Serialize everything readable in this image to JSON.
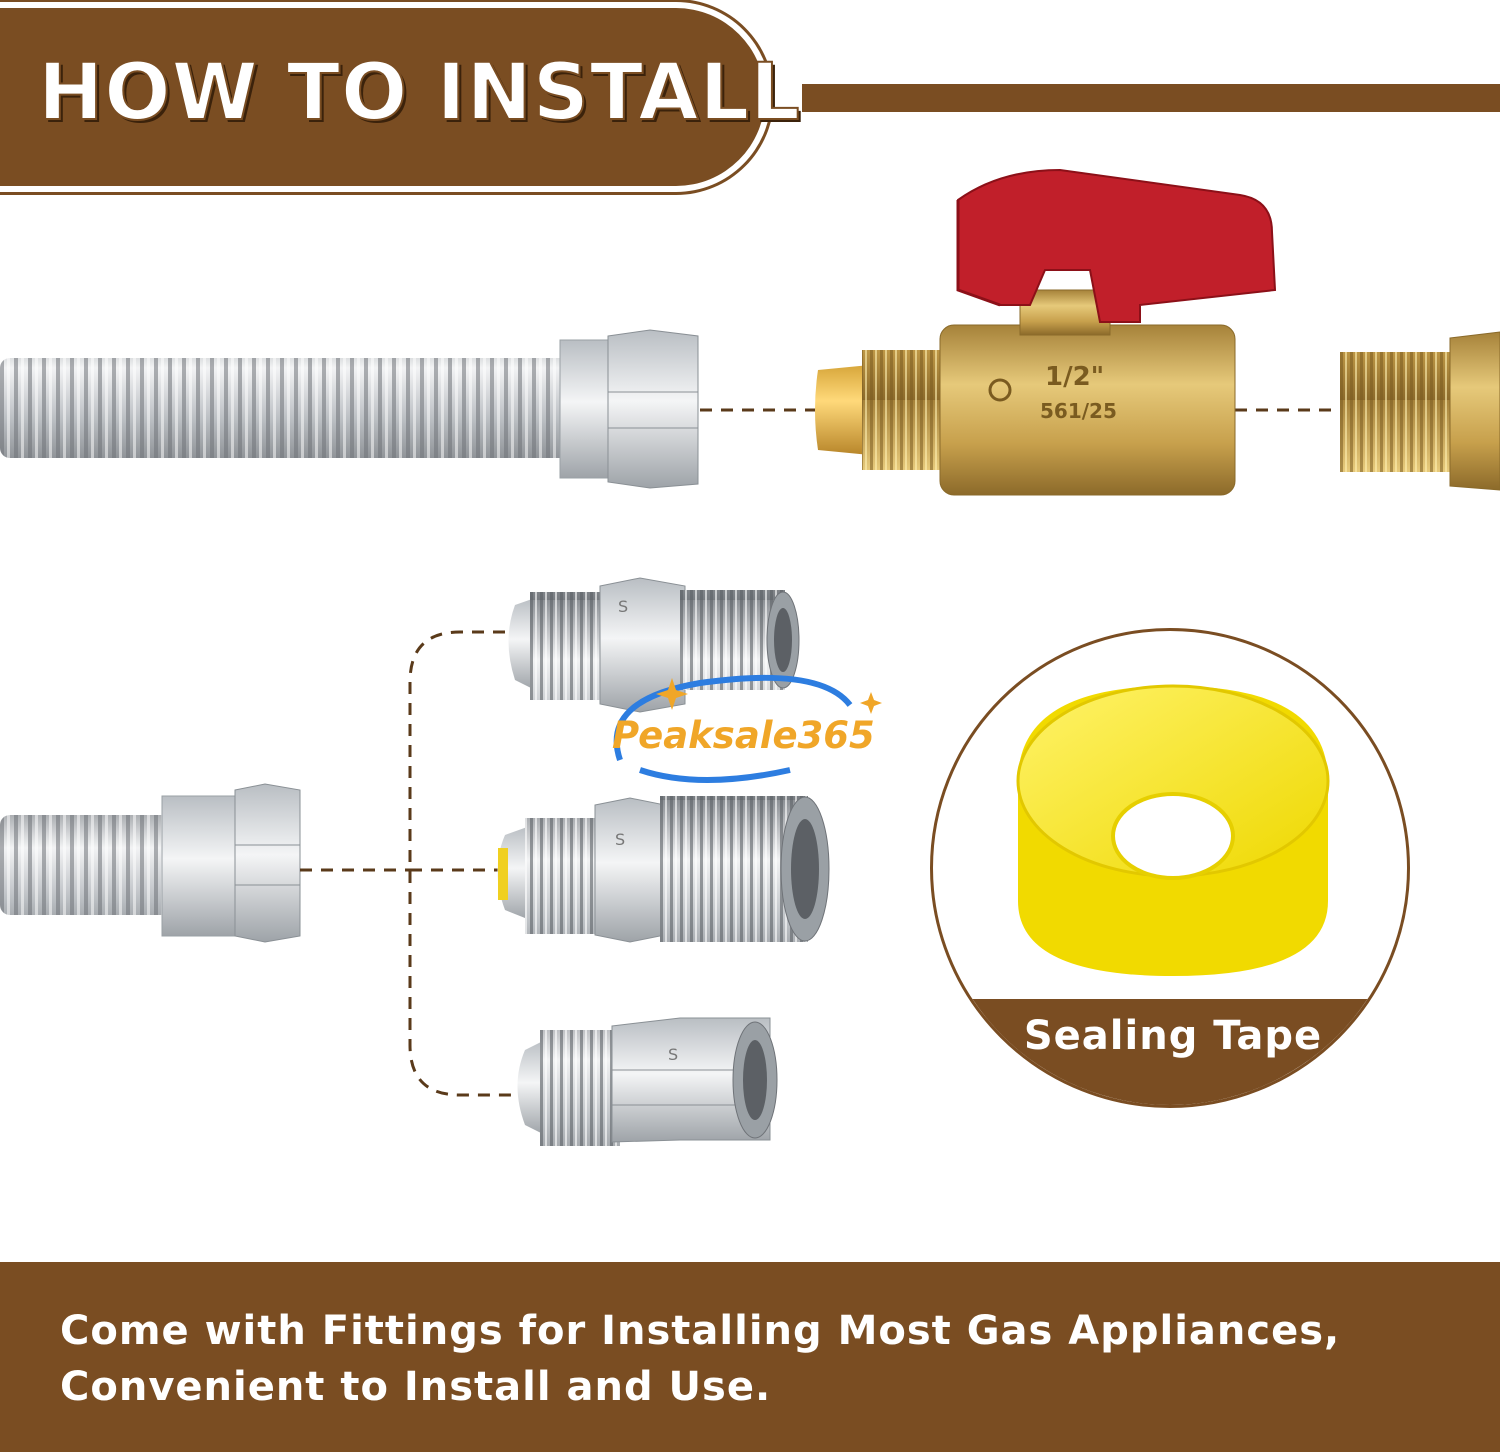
{
  "header": {
    "title": "HOW TO INSTALL"
  },
  "valve": {
    "size_marking": "1/2\"",
    "code_marking": "561/25"
  },
  "fittings": {
    "marking": "S"
  },
  "watermark": {
    "text": "Peaksale365"
  },
  "tape": {
    "label": "Sealing Tape"
  },
  "caption": {
    "line1": "Come with Fittings for Installing Most Gas Appliances,",
    "line2": "Convenient to Install and Use."
  },
  "colors": {
    "brand_brown": "#7a4d22",
    "valve_red": "#c11f2a",
    "brass": "#c9a24a",
    "steel": "#c9ccd0",
    "tape_yellow": "#f5e62a"
  }
}
